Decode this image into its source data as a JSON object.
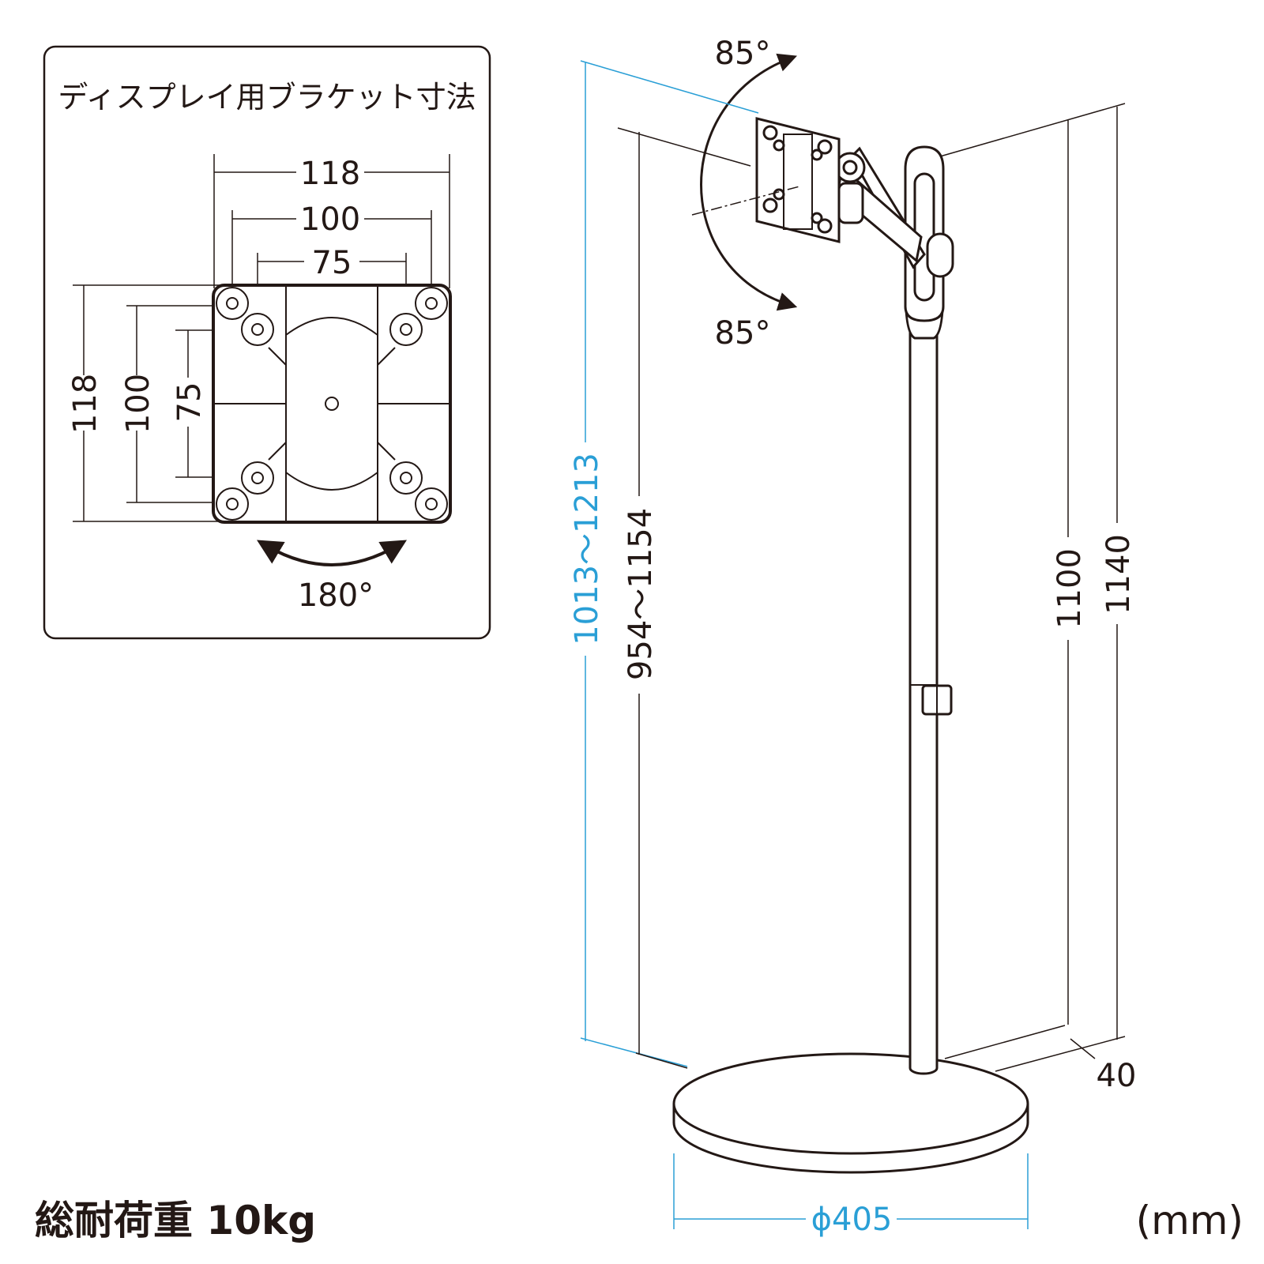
{
  "bracket": {
    "title": "ディスプレイ用ブラケット寸法",
    "width_dims": [
      "118",
      "100",
      "75"
    ],
    "height_dims": [
      "118",
      "100",
      "75"
    ],
    "rotation": "180°"
  },
  "stand": {
    "tilt_up": "85°",
    "tilt_down": "85°",
    "center_height_range": "1013～1213",
    "bottom_height_range": "954～1154",
    "pole_height": "1100",
    "total_height": "1140",
    "base_thickness": "40",
    "base_diameter": "ϕ405"
  },
  "load": "総耐荷重 10kg",
  "unit": "(mm)",
  "colors": {
    "ink": "#231815",
    "accent": "#2a9fd6"
  }
}
